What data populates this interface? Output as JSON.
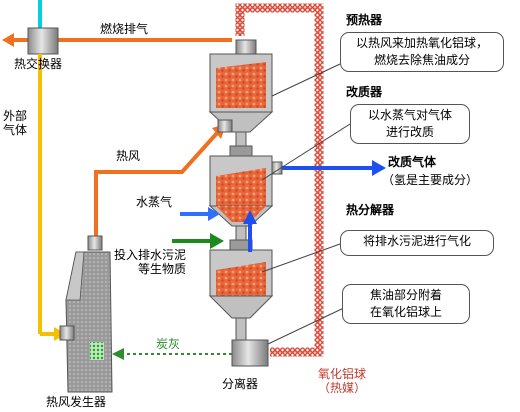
{
  "labels": {
    "exhaust": "燃烧排气",
    "heat_exchanger": "热交换器",
    "external_gas": "外部\n气体",
    "hot_air": "热风",
    "steam": "水蒸气",
    "feed": "投入排水污泥\n等生物质",
    "hot_air_generator": "热风发生器",
    "char": "炭灰",
    "separator": "分离器",
    "alumina": "氧化铝球\n（热媒）"
  },
  "sections": {
    "preheater": {
      "title": "预热器",
      "desc": "以热风来加热氧化铝球，\n燃烧去除焦油成分"
    },
    "reformer": {
      "title": "改质器",
      "desc": "以水蒸气对气体\n进行改质"
    },
    "reformed_gas": {
      "title": "改质气体",
      "note": "（氢是主要成分）"
    },
    "pyrolyzer": {
      "title": "热分解器",
      "desc": "将排水污泥进行气化"
    },
    "tar_note": {
      "desc": "焦油部分附着\n在氧化铝球上"
    }
  },
  "colors": {
    "orange": "#f07020",
    "yellow": "#f5c000",
    "cyan": "#00d0e0",
    "blue": "#1e50f0",
    "steam_blue": "#3070ff",
    "green": "#1e8a1e",
    "red_ball": "#e8643a",
    "vessel_gray": "#b8b8b8",
    "hatch_red": "#d94b3a"
  }
}
